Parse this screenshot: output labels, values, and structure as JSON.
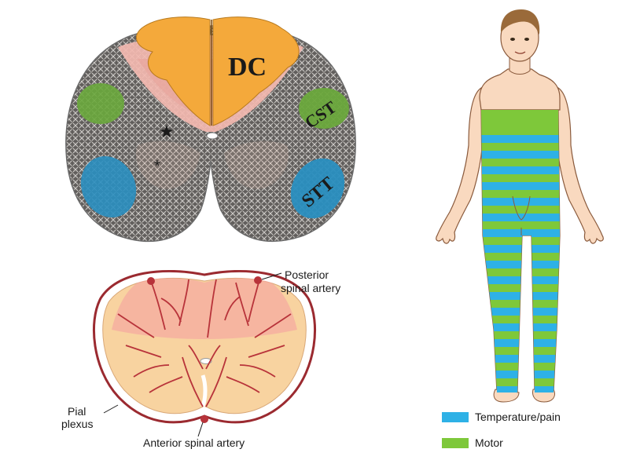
{
  "top_section": {
    "dc_label": "DC",
    "cst_label": "CST",
    "stt_label": "STT",
    "star_mark": "★",
    "asterisk_mark": "*"
  },
  "vascular_section": {
    "posterior_label_line1": "Posterior",
    "posterior_label_line2": "spinal artery",
    "pial_label_line1": "Pial",
    "pial_label_line2": "plexus",
    "anterior_label": "Anterior spinal artery"
  },
  "legend": {
    "temperature": {
      "label": "Temperature/pain",
      "color": "#2eb1e6"
    },
    "motor": {
      "label": "Motor",
      "color": "#7ec83a"
    }
  },
  "colors": {
    "dorsal_column": "#f4a93b",
    "gray_matter_texture": "#5a5a5a",
    "cst": "#6aa83c",
    "stt": "#2a8fc0",
    "pink_zone": "#f3b8b0",
    "vessel": "#b8333a",
    "skin": "#f9d9bf"
  }
}
